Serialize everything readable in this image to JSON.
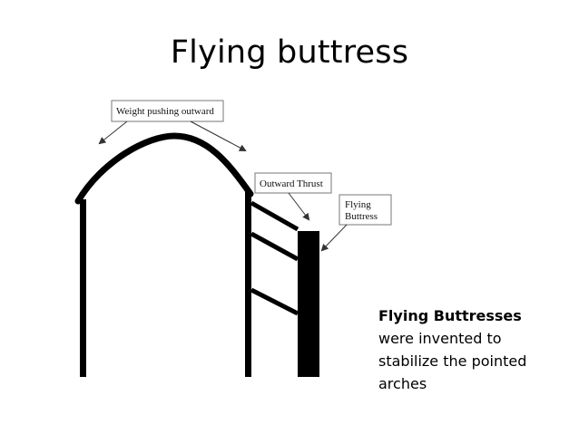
{
  "slide": {
    "title": "Flying buttress"
  },
  "diagram": {
    "labels": {
      "weight": "Weight pushing outward",
      "thrust": "Outward Thrust",
      "buttress_line1": "Flying",
      "buttress_line2": "Buttress"
    },
    "stroke_color": "#000000"
  },
  "caption": {
    "bold": "Flying Buttresses",
    "lines": [
      "were invented to",
      "stabilize the pointed",
      "arches"
    ]
  }
}
